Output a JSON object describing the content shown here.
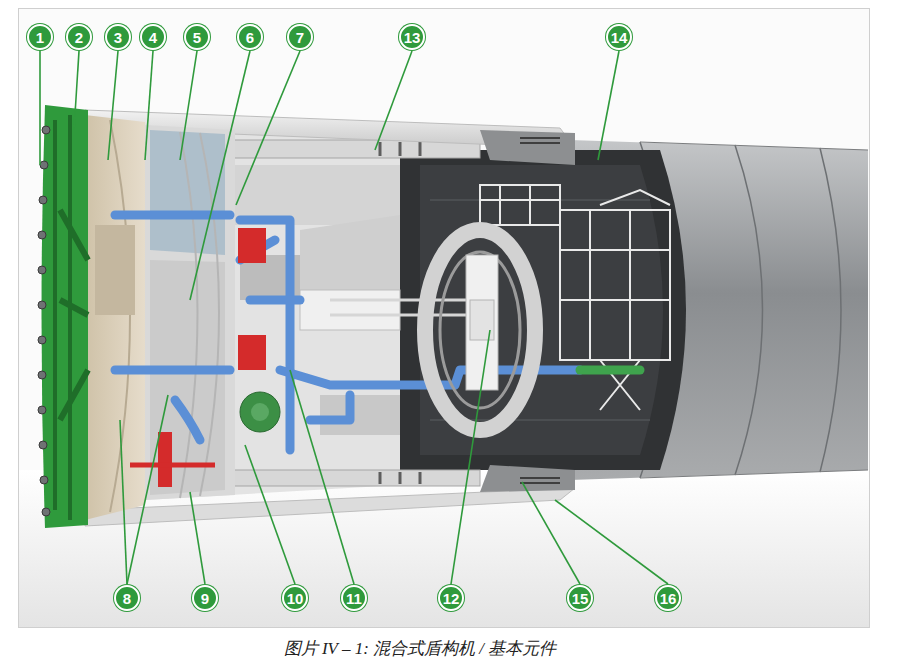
{
  "diagram": {
    "caption": "图片 IV – 1: 混合式盾构机 / 基本元件",
    "labels": [
      "1",
      "2",
      "3",
      "4",
      "5",
      "6",
      "7",
      "13",
      "14",
      "8",
      "9",
      "10",
      "11",
      "12",
      "15",
      "16"
    ]
  }
}
